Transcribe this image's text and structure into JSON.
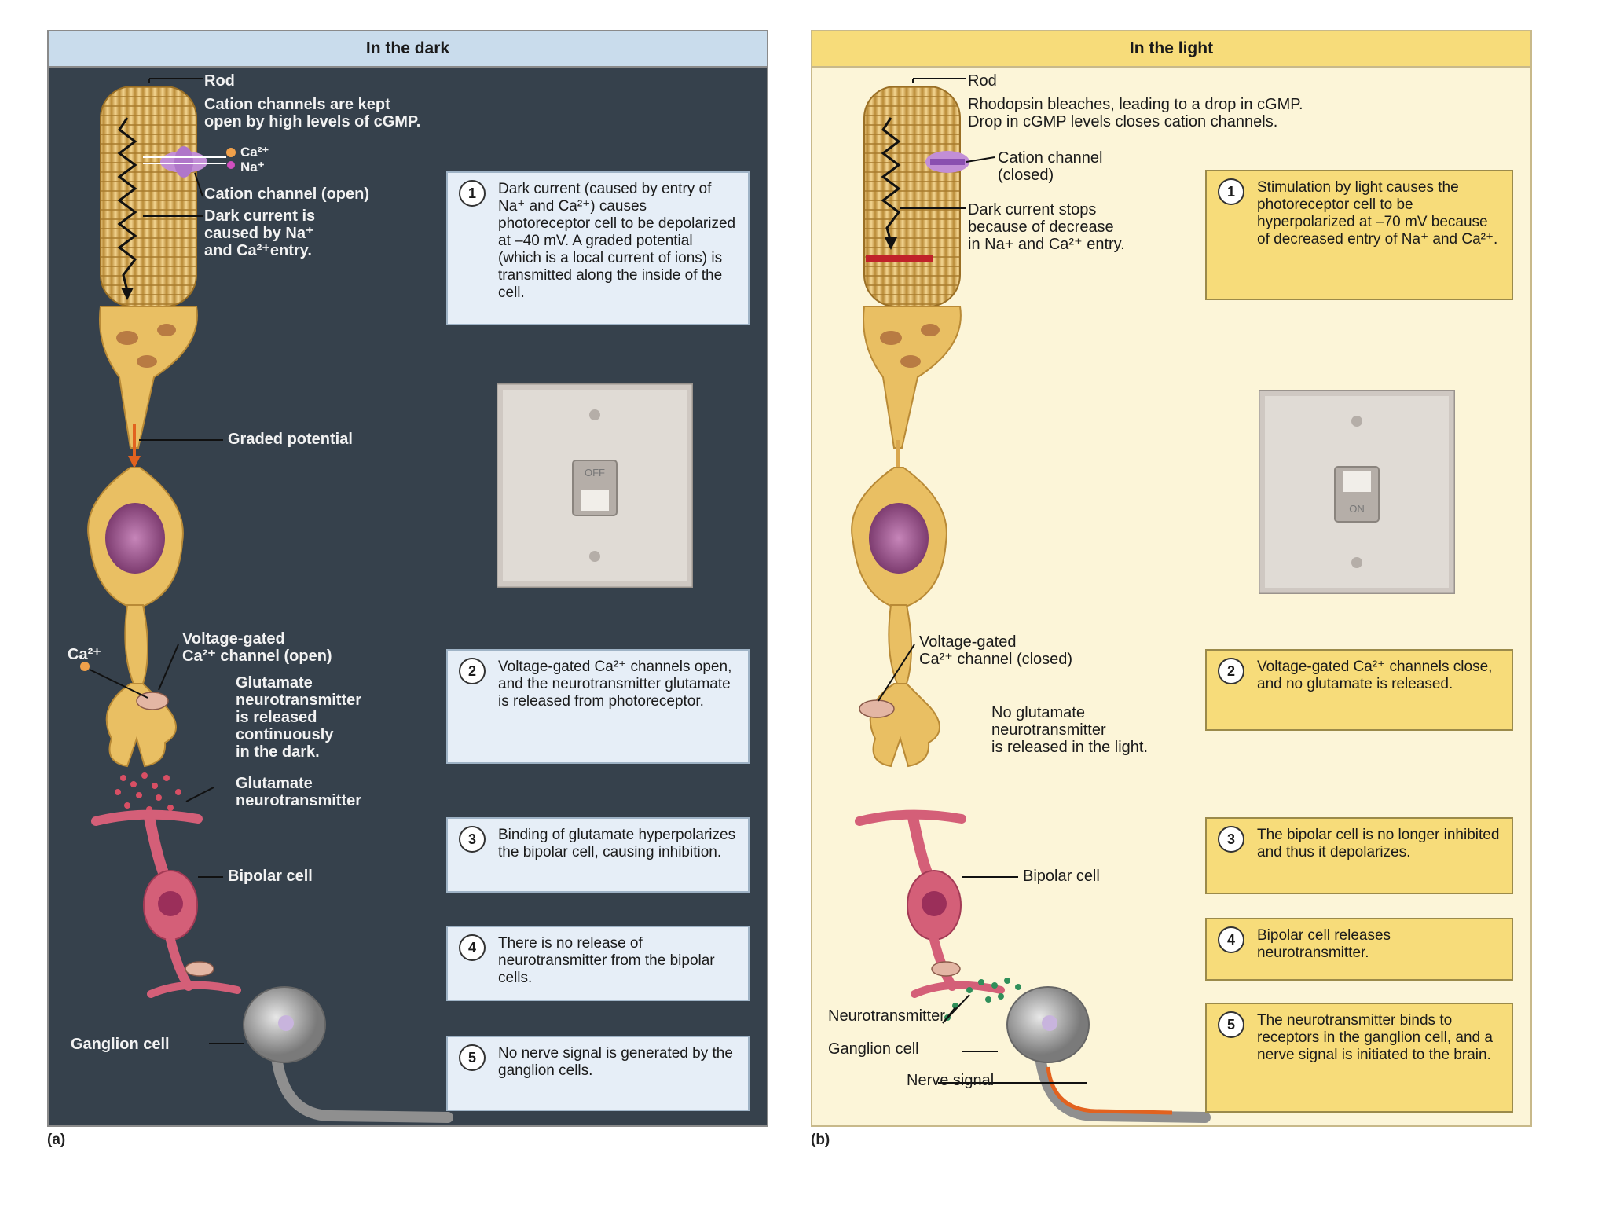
{
  "dark": {
    "title": "In the dark",
    "rod": "Rod",
    "rod_desc": "Cation channels are kept\nopen by high levels of cGMP.",
    "ion_ca": "Ca²⁺",
    "ion_na": "Na⁺",
    "channel": "Cation channel (open)",
    "dark_current": "Dark current is\ncaused by Na⁺\nand Ca²⁺entry.",
    "graded": "Graded potential",
    "ca_outside": "Ca²⁺",
    "vgcc": "Voltage-gated\nCa²⁺ channel (open)",
    "glut_released": "Glutamate\nneurotransmitter\nis released\ncontinuously\nin the dark.",
    "glut": "Glutamate\nneurotransmitter",
    "bipolar": "Bipolar cell",
    "ganglion": "Ganglion cell",
    "switch_text": "OFF",
    "steps": [
      {
        "n": "1",
        "text": "Dark current (caused by entry of Na⁺ and Ca²⁺) causes photoreceptor cell to be depolarized at –40 mV. A graded potential (which is a local current of ions) is transmitted along the inside of the cell."
      },
      {
        "n": "2",
        "text": "Voltage-gated Ca²⁺ channels open, and the neurotransmitter glutamate is released from photoreceptor."
      },
      {
        "n": "3",
        "text": "Binding of glutamate hyperpolarizes the bipolar cell, causing inhibition."
      },
      {
        "n": "4",
        "text": "There is no release of neurotransmitter from the bipolar cells."
      },
      {
        "n": "5",
        "text": "No nerve signal is generated by the ganglion cells."
      }
    ],
    "sublabel": "(a)"
  },
  "light": {
    "title": "In the light",
    "rod": "Rod",
    "rod_desc": "Rhodopsin bleaches, leading to a drop in cGMP.\nDrop in cGMP levels closes cation channels.",
    "channel": "Cation channel\n(closed)",
    "dark_current": "Dark current stops\nbecause of decrease\nin Na+ and Ca²⁺ entry.",
    "vgcc": "Voltage-gated\nCa²⁺ channel (closed)",
    "no_glut": "No glutamate\nneurotransmitter\nis released in the light.",
    "bipolar": "Bipolar cell",
    "neurotransmitter": "Neurotransmitter",
    "ganglion": "Ganglion cell",
    "nerve_signal": "Nerve signal",
    "switch_text": "ON",
    "steps": [
      {
        "n": "1",
        "text": "Stimulation by light causes the photoreceptor cell to be hyperpolarized at –70 mV because of decreased entry of Na⁺ and Ca²⁺."
      },
      {
        "n": "2",
        "text": "Voltage-gated Ca²⁺ channels close, and no glutamate is released."
      },
      {
        "n": "3",
        "text": "The bipolar cell is no longer inhibited and thus it depolarizes."
      },
      {
        "n": "4",
        "text": "Bipolar cell releases neurotransmitter."
      },
      {
        "n": "5",
        "text": "The neurotransmitter binds to receptors in the ganglion cell, and a nerve signal is initiated to the brain."
      }
    ],
    "sublabel": "(b)"
  },
  "colors": {
    "dark_bg": "#36414c",
    "light_bg": "#fcf5d8",
    "dark_box": "#e6eef7",
    "light_box": "#f7dc7a",
    "cell_body": "#e9bf63",
    "nucleus": "#9b5a8e",
    "bipolar": "#d45f78",
    "ganglion": "#8f8f8f",
    "graded_arrow": "#e2621f",
    "blocked_bar": "#c0222a"
  }
}
